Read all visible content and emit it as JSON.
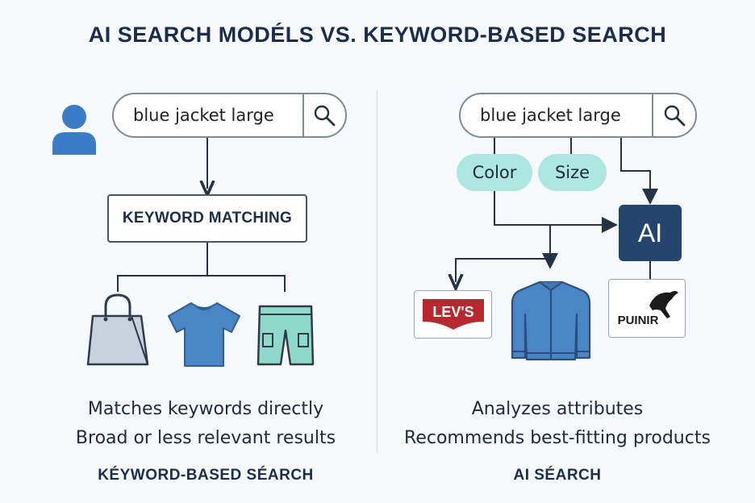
{
  "title": "AI SEARCH MODÉLS VS. KEYWORD-BASED SEARCH",
  "left": {
    "search_query": "blue jacket large",
    "box_label": "KEYWORD MATCHING",
    "caption_line1": "Matches keywords directly",
    "caption_line2": "Broad or less relevant results",
    "footer": "KÉYWORD-BASED SÉARCH",
    "products": [
      "shopping-bag-icon",
      "t-shirt-icon",
      "shorts-icon"
    ]
  },
  "right": {
    "search_query": "blue jacket large",
    "attributes": [
      "Color",
      "Size"
    ],
    "ai_label": "AI",
    "brand_left": "LEV'S",
    "brand_right": "PUINIR",
    "caption_line1": "Analyzes attributes",
    "caption_line2": "Recommends best-fitting products",
    "footer": "AI SÉARCH"
  },
  "colors": {
    "navy": "#24456d",
    "attribute_pill": "#aee6e0",
    "user_icon": "#3a7cc6",
    "levis_red": "#b8282f",
    "jacket_blue": "#4a86c5"
  }
}
